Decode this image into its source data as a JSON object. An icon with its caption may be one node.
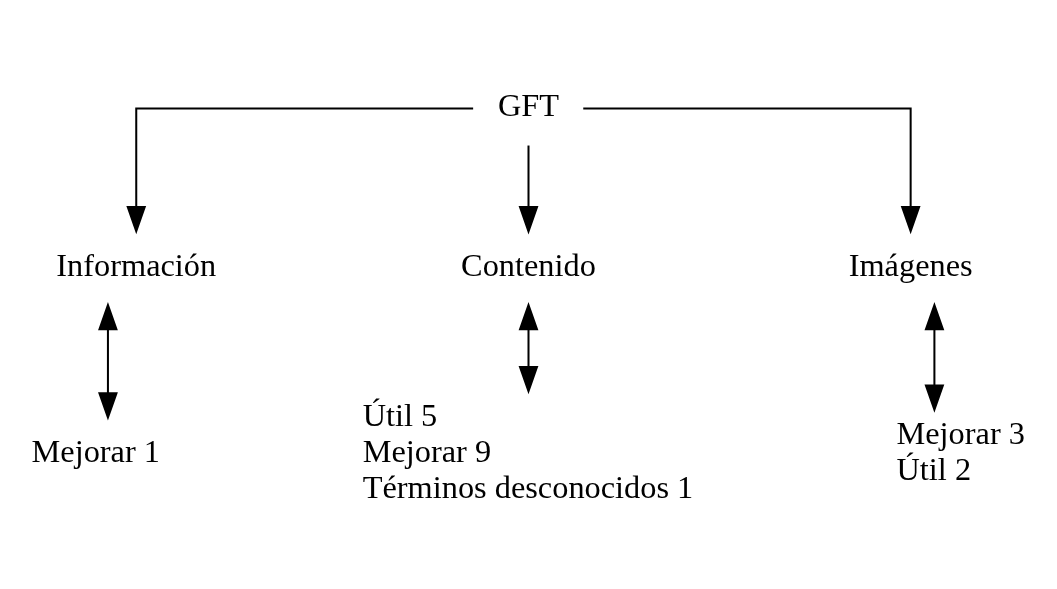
{
  "diagram": {
    "nodes": [
      {
        "text": [
          "GFT"
        ]
      },
      {
        "text": [
          "Información"
        ]
      },
      {
        "text": [
          "Contenido"
        ]
      },
      {
        "text": [
          "Imágenes"
        ]
      },
      {
        "text": [
          "Mejorar 1"
        ]
      },
      {
        "text": [
          "Útil 5",
          "Mejorar 9",
          "Términos desconocidos 1"
        ]
      },
      {
        "text": [
          "Mejorar 3",
          "Útil 2"
        ]
      }
    ],
    "edges": [
      {
        "from": 0,
        "to": 1,
        "arrow": "to"
      },
      {
        "from": 0,
        "to": 2,
        "arrow": "to"
      },
      {
        "from": 0,
        "to": 3,
        "arrow": "to"
      },
      {
        "from": 1,
        "to": 4,
        "arrow": "both"
      },
      {
        "from": 2,
        "to": 5,
        "arrow": "both"
      },
      {
        "from": 3,
        "to": 6,
        "arrow": "both"
      }
    ]
  }
}
